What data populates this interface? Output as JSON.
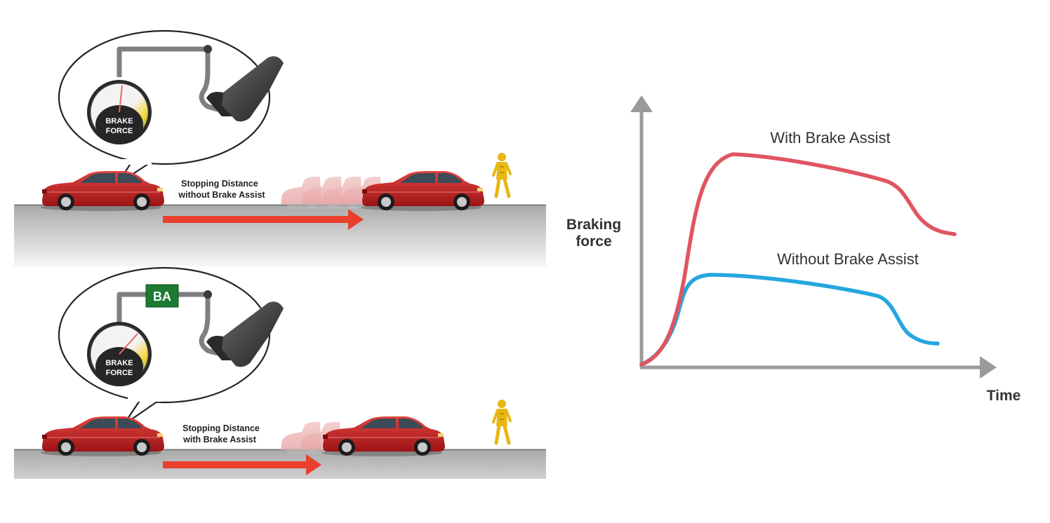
{
  "panels": {
    "top": {
      "gauge_line1": "BRAKE",
      "gauge_line2": "FORCE",
      "distance_line1": "Stopping Distance",
      "distance_line2": "without Brake Assist"
    },
    "bottom": {
      "badge": "BA",
      "gauge_line1": "BRAKE",
      "gauge_line2": "FORCE",
      "distance_line1": "Stopping Distance",
      "distance_line2": "with Brake Assist"
    }
  },
  "graph": {
    "ylabel_line1": "Braking",
    "ylabel_line2": "force",
    "xlabel": "Time",
    "series": [
      {
        "name": "With Brake Assist",
        "color": "#e05561"
      },
      {
        "name": "Without Brake Assist",
        "color": "#26a6df"
      }
    ]
  },
  "colors": {
    "car": "#c7232a",
    "arrow": "#e8402c",
    "road": "#b9b9b9",
    "ba_badge": "#1c7a32",
    "pedestrian": "#e8b714"
  }
}
